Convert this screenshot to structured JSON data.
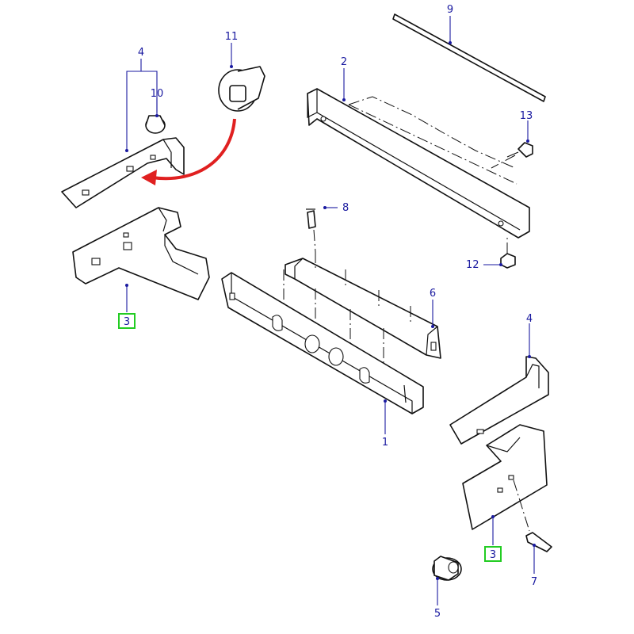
{
  "diagram": {
    "callouts": {
      "c1": "1",
      "c2": "2",
      "c3a": "3",
      "c3b": "3",
      "c4a": "4",
      "c4b": "4",
      "c5": "5",
      "c6": "6",
      "c7": "7",
      "c8": "8",
      "c9": "9",
      "c10": "10",
      "c11": "11",
      "c12": "12",
      "c13": "13"
    },
    "colors": {
      "callout_text": "#1a1aa0",
      "highlight_box": "#22cc22",
      "arrow": "#e02020",
      "linework": "#111111"
    }
  }
}
